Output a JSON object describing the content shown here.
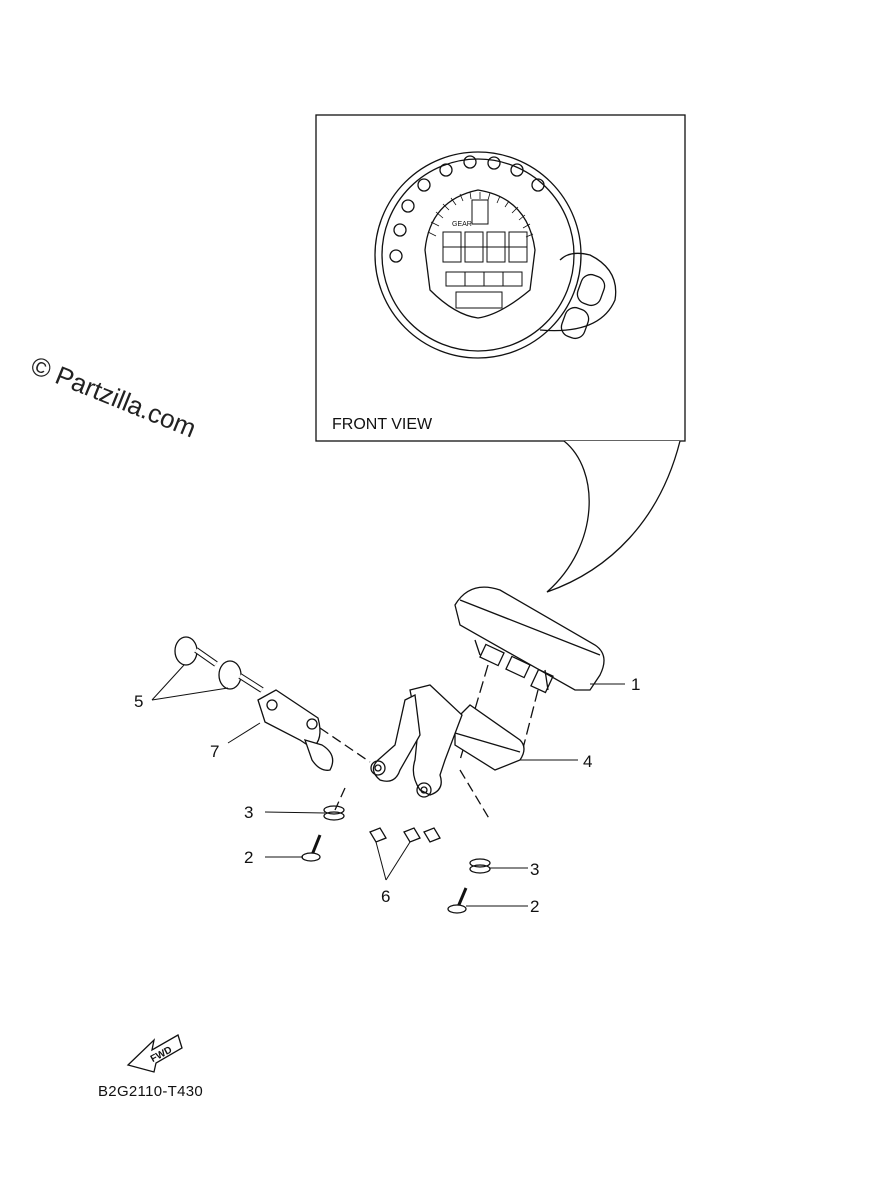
{
  "watermark": "© Partzilla.com",
  "front_view_label": "FRONT VIEW",
  "diagram_code": "B2G2110-T430",
  "fwd_label": "FWD",
  "display": {
    "gear_label": "GEAR"
  },
  "callouts": [
    {
      "id": "c1",
      "text": "1"
    },
    {
      "id": "c2a",
      "text": "2"
    },
    {
      "id": "c2b",
      "text": "2"
    },
    {
      "id": "c3a",
      "text": "3"
    },
    {
      "id": "c3b",
      "text": "3"
    },
    {
      "id": "c4",
      "text": "4"
    },
    {
      "id": "c5",
      "text": "5"
    },
    {
      "id": "c6",
      "text": "6"
    },
    {
      "id": "c7",
      "text": "7"
    }
  ]
}
